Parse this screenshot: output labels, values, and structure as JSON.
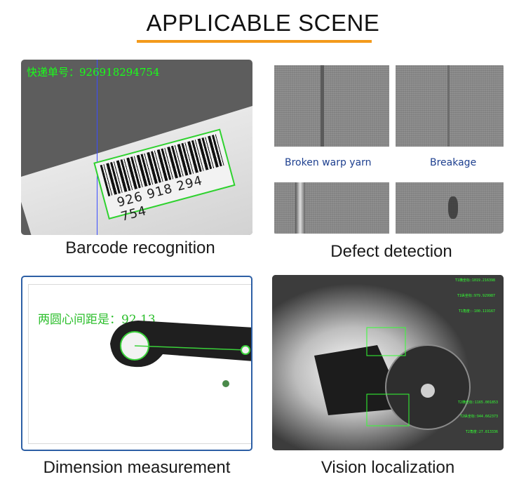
{
  "header": {
    "title": "APPLICABLE SCENE",
    "accent_color": "#f39a1c"
  },
  "panels": {
    "barcode": {
      "caption": "Barcode recognition",
      "ocr_text": "快递单号：926918294754",
      "barcode_number": "926 918 294 754",
      "overlay_color": "#19ff19"
    },
    "defect": {
      "caption": "Defect detection",
      "labels": [
        "Broken warp yarn",
        "Breakage"
      ],
      "label_color": "#1d3f8f"
    },
    "dimension": {
      "caption": "Dimension measurement",
      "measurement_text": "两圆心间距是：92.13",
      "overlay_color": "#2dbf2d"
    },
    "vision": {
      "caption": "Vision localization",
      "data_top": [
        "T1横坐标:1019.216398",
        "T1纵坐标:979.929987",
        "T1角度:-100.119167"
      ],
      "data_bottom": [
        "T2横坐标:1165.001853",
        "T2纵坐标:944.662373",
        "T2角度:27.813336"
      ],
      "overlay_color": "#33ff33"
    }
  }
}
